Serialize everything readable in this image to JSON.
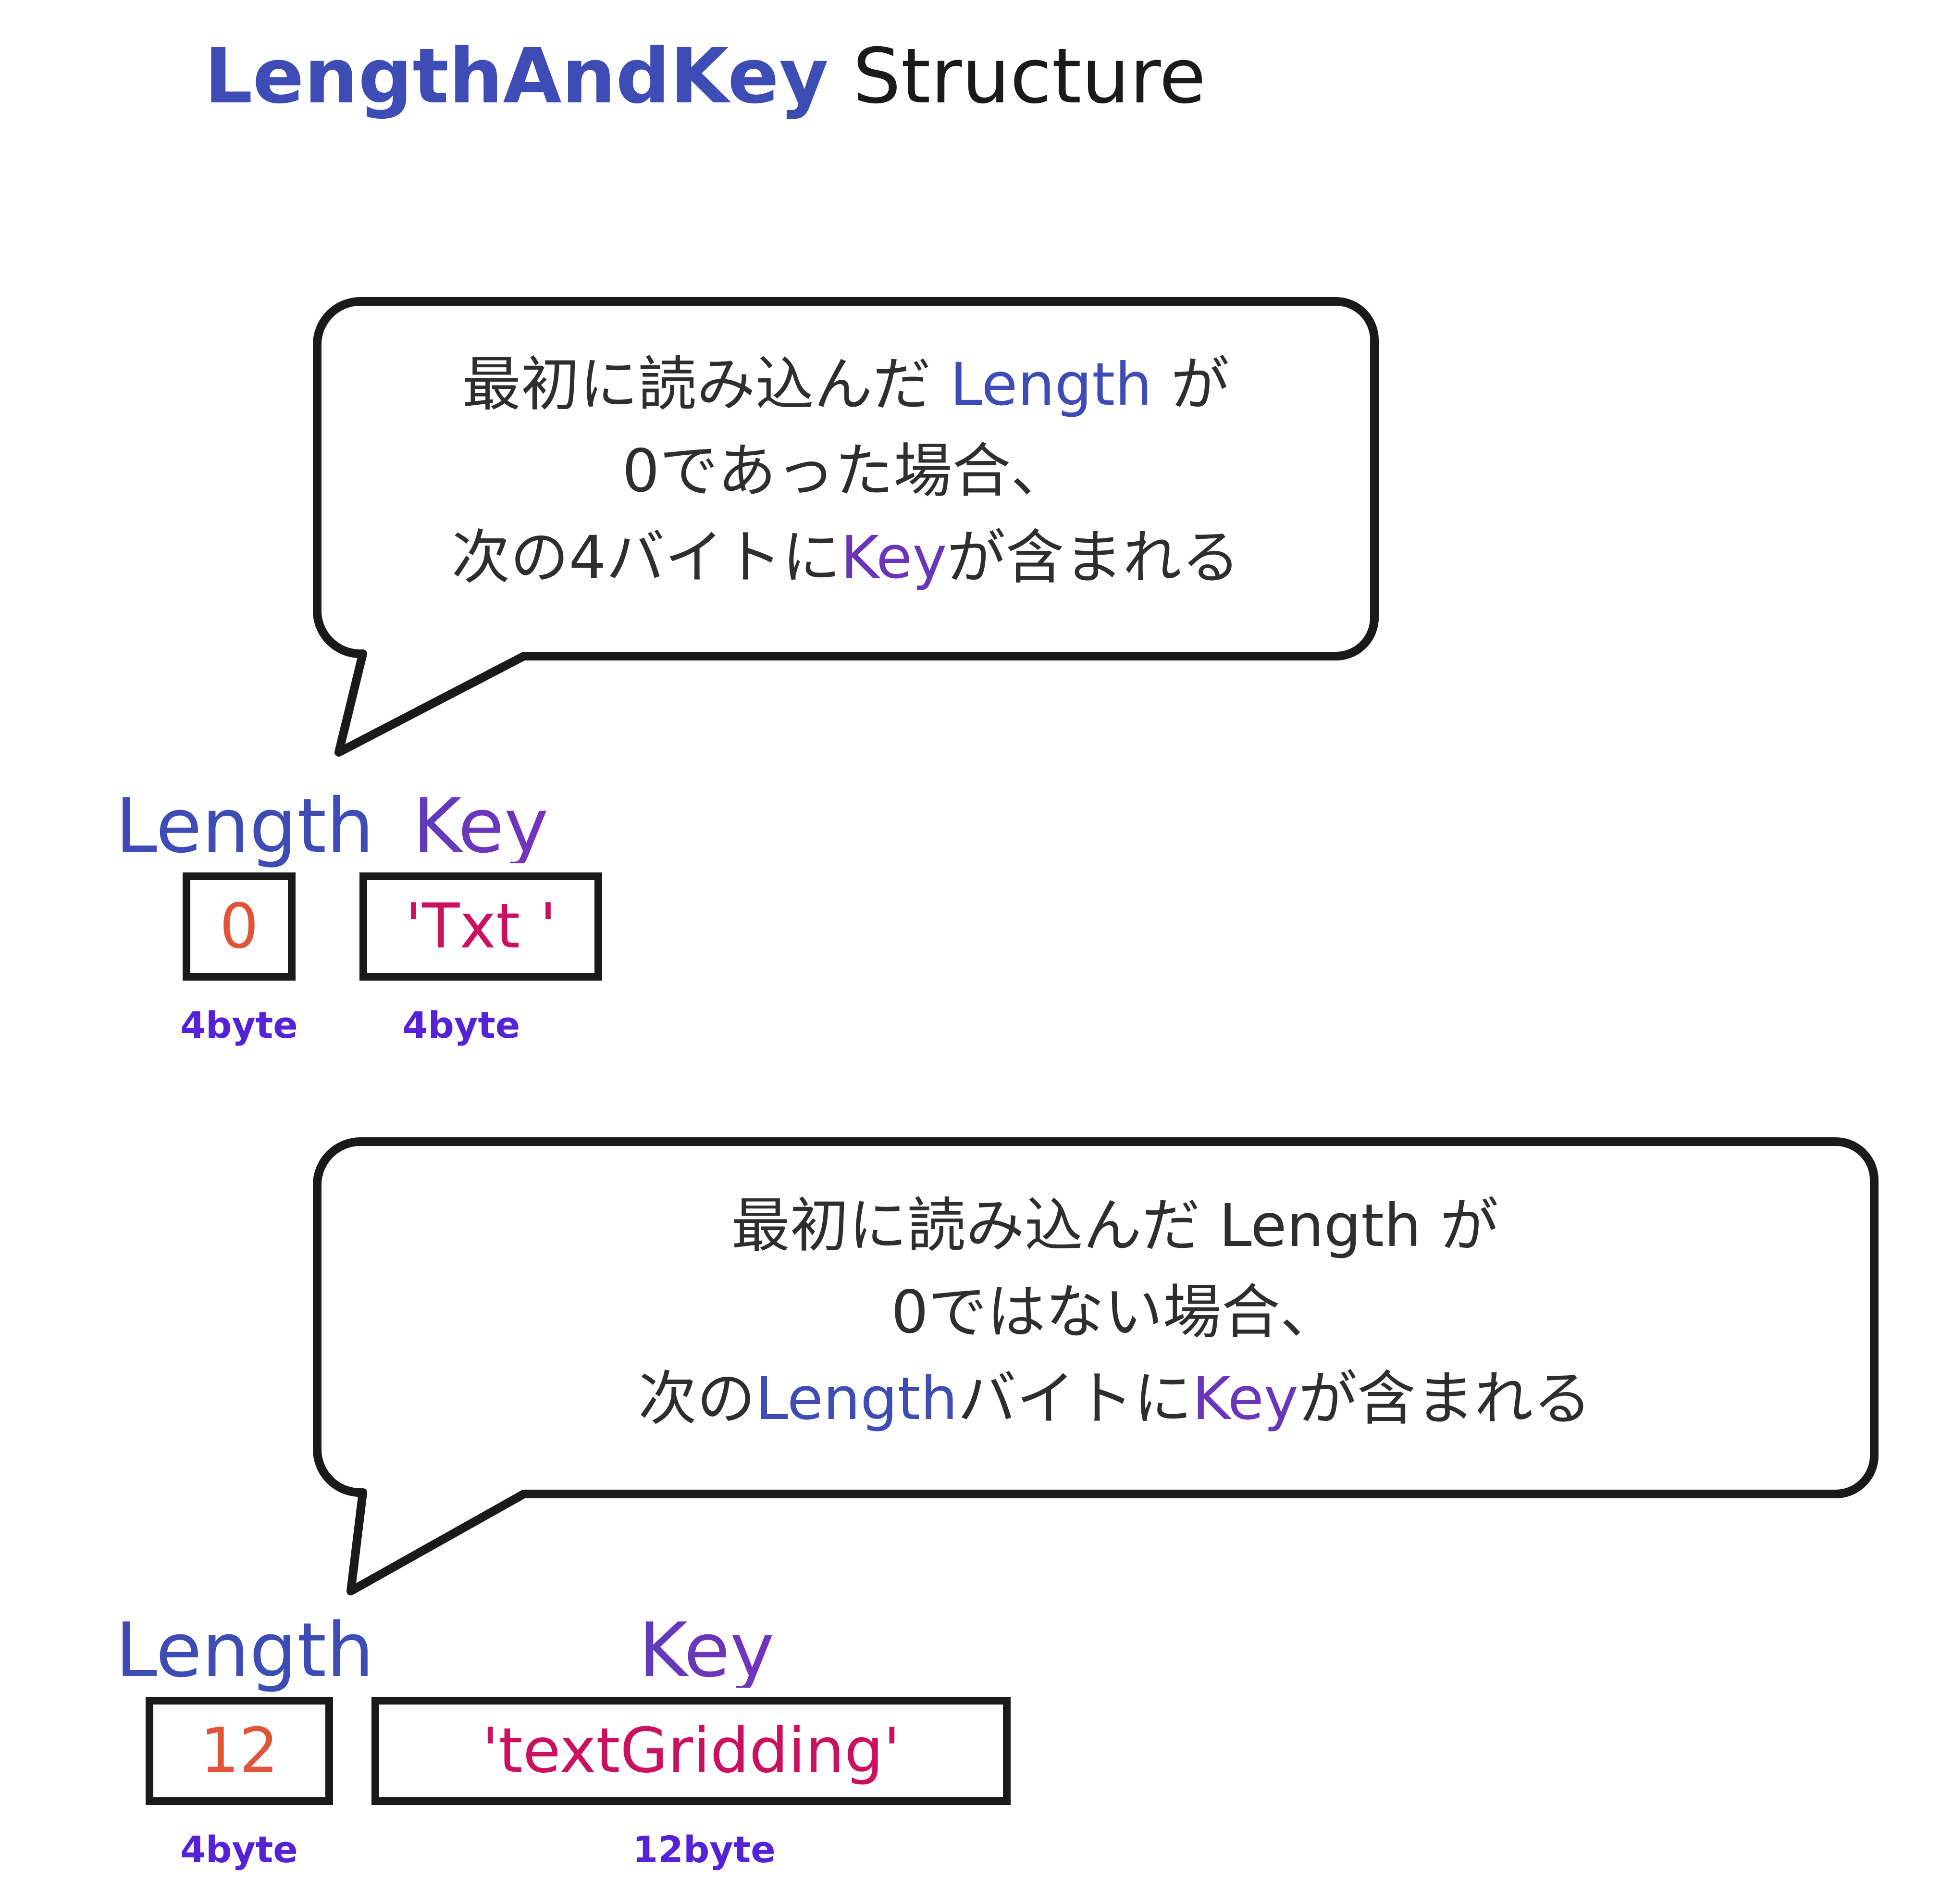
{
  "title": {
    "strong": "LengthAndKey",
    "rest": " Structure"
  },
  "case_zero": {
    "bubble": {
      "line1_prefix": "最初に読み込んだ ",
      "line1_length": "Length",
      "line1_suffix": " が",
      "line2": "0であった場合、",
      "line3_prefix": "次の4バイトに",
      "line3_key": "Key",
      "line3_suffix": "が含まれる"
    },
    "length_label": "Length",
    "key_label": "Key",
    "length_value": "0",
    "key_value": "'Txt '",
    "length_size": "4byte",
    "key_size": "4byte"
  },
  "case_nonzero": {
    "bubble": {
      "line1": "最初に読み込んだ Length が",
      "line2": "0ではない場合、",
      "line3_prefix": "次の",
      "line3_length": "Length",
      "line3_middle": "バイトに",
      "line3_key": "Key",
      "line3_suffix": "が含まれる"
    },
    "length_label": "Length",
    "key_label": "Key",
    "length_value": "12",
    "key_value": "'textGridding'",
    "length_size": "4byte",
    "key_size": "12byte"
  }
}
